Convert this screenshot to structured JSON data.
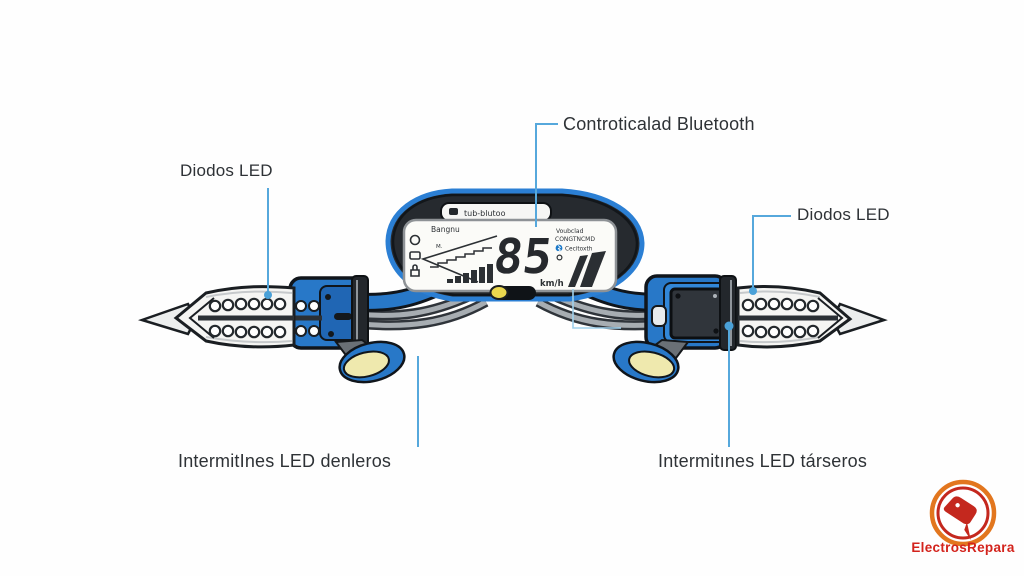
{
  "labels": {
    "control_bluetooth": "Controticalad Bluetooth",
    "diodos_left": "Diodos LED",
    "diodos_right": "Diodos LED",
    "intermitentes_front": "IntermitInes LED denleros",
    "intermitentes_rear": "Intermitınes LED társeros"
  },
  "display": {
    "banner": "tub-blutoo",
    "mode_label": "Bangnu",
    "gauge_label": "M.",
    "speed": "85",
    "unit": "km/h",
    "right_line1": "Voubclad",
    "right_line2": "CONGTNCMD",
    "right_line3": "Cecitoxth",
    "icons": [
      "refresh-icon",
      "mail-icon",
      "lock-icon",
      "bluetooth-icon",
      "signal-swoosh-icon"
    ],
    "battery_bars": [
      4,
      7,
      10,
      13,
      16,
      19
    ]
  },
  "logo": {
    "text": "ElectrosRepara"
  },
  "colors": {
    "accent_blue": "#2878c8",
    "leader_blue": "#56a8dc",
    "display_dark": "#26292d",
    "button_yellow": "#ead74e",
    "lever_cream": "#efe9ae",
    "logo_orange": "#e2761e",
    "logo_red": "#c4281e"
  }
}
